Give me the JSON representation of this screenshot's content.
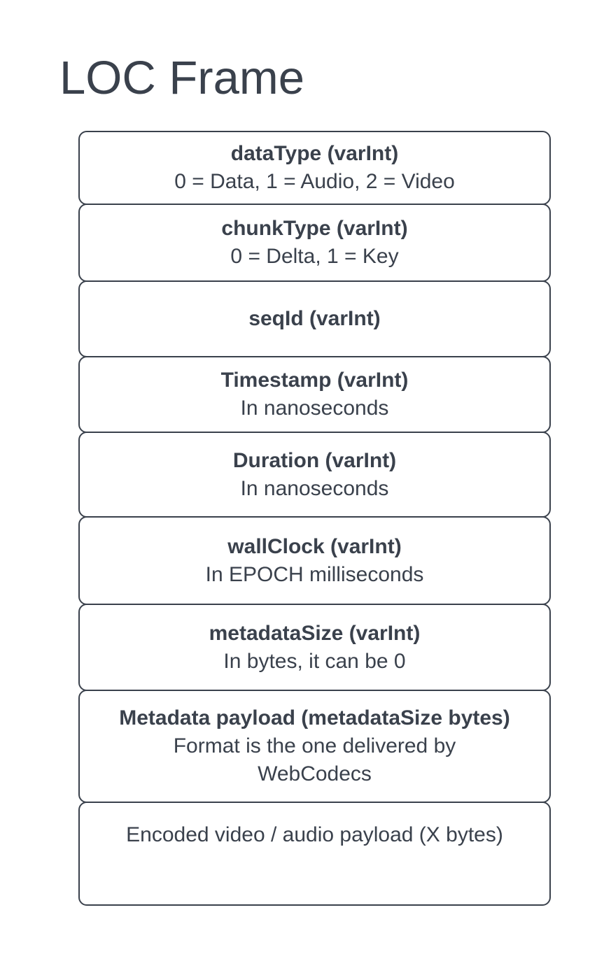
{
  "diagram": {
    "title": "LOC Frame",
    "colors": {
      "ink": "#3A414C",
      "background": "#FFFFFF"
    },
    "boxes": [
      {
        "name": "dataType (varInt)",
        "description_lines": [
          "0 = Data, 1 = Audio, 2 = Video"
        ]
      },
      {
        "name": "chunkType (varInt)",
        "description_lines": [
          "0 = Delta, 1 = Key"
        ]
      },
      {
        "name": "seqId (varInt)",
        "description_lines": []
      },
      {
        "name": "Timestamp (varInt)",
        "description_lines": [
          "In nanoseconds"
        ]
      },
      {
        "name": "Duration (varInt)",
        "description_lines": [
          "In nanoseconds"
        ]
      },
      {
        "name": "wallClock (varInt)",
        "description_lines": [
          "In EPOCH milliseconds"
        ]
      },
      {
        "name": "metadataSize (varInt)",
        "description_lines": [
          "In bytes, it can be 0"
        ]
      },
      {
        "name": "Metadata payload (metadataSize bytes)",
        "description_lines": [
          "Format is the one delivered by",
          "WebCodecs"
        ]
      },
      {
        "name": "",
        "description_lines": [
          "Encoded video / audio payload (X bytes)"
        ]
      }
    ]
  }
}
